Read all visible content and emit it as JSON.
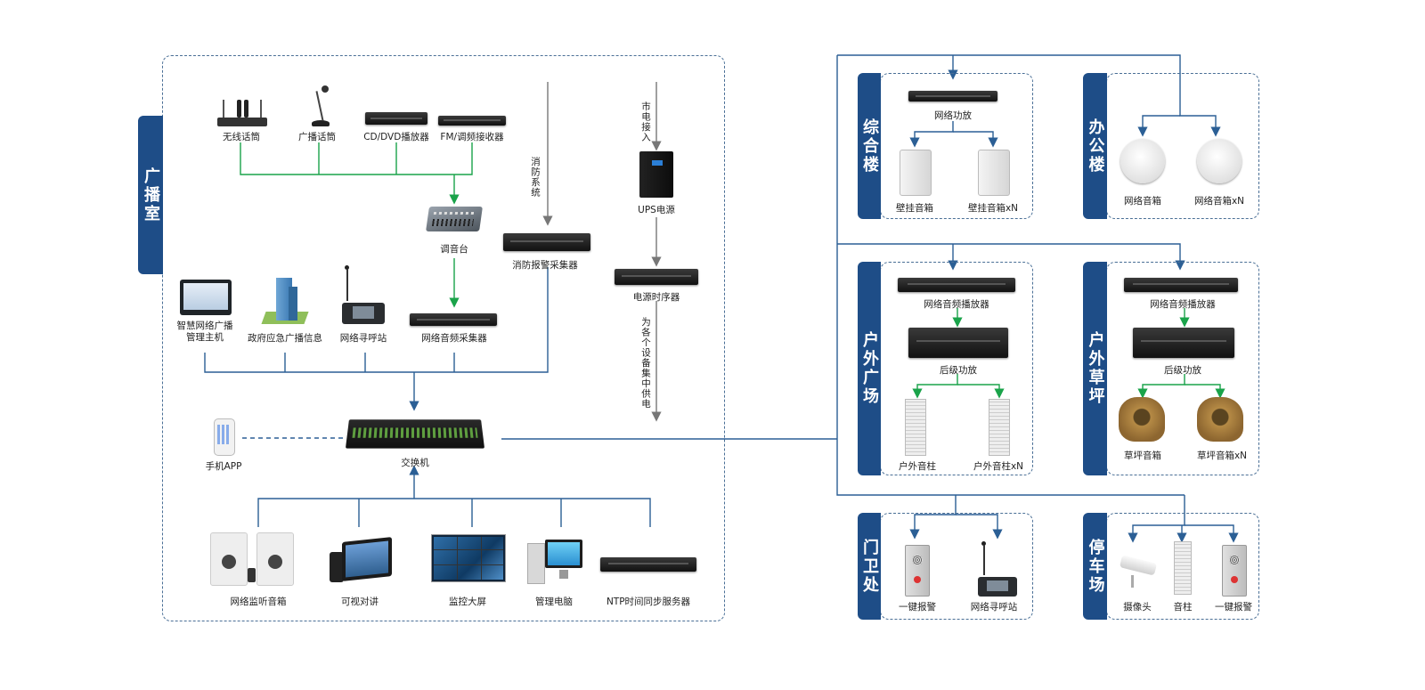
{
  "tabs": {
    "broadcast_room": "广播室",
    "complex_building": "综合楼",
    "office_building": "办公楼",
    "outdoor_square": "户外广场",
    "outdoor_lawn": "户外草坪",
    "gatehouse": "门卫处",
    "parking": "停车场"
  },
  "broadcast_room": {
    "wireless_mic": "无线话筒",
    "broadcast_mic": "广播话筒",
    "cd_dvd_player": "CD/DVD播放器",
    "fm_receiver": "FM/调频接收器",
    "mixer": "调音台",
    "fire_system": "消防系统",
    "fire_alarm_collector": "消防报警采集器",
    "mains_input": "市电接入",
    "ups": "UPS电源",
    "power_sequencer": "电源时序器",
    "power_note": "为各个设备集中供电",
    "smart_host_line1": "智慧网络广播",
    "smart_host_line2": "管理主机",
    "gov_emergency": "政府应急广播信息",
    "paging_station": "网络寻呼站",
    "audio_collector": "网络音频采集器",
    "switch": "交换机",
    "mobile_app": "手机APP",
    "monitor_speaker": "网络监听音箱",
    "video_intercom": "可视对讲",
    "monitor_screen": "监控大屏",
    "admin_pc": "管理电脑",
    "ntp_server": "NTP时间同步服务器"
  },
  "complex_building": {
    "amp": "网络功放",
    "speaker": "壁挂音箱",
    "speaker_n": "壁挂音箱xN"
  },
  "office_building": {
    "speaker": "网络音箱",
    "speaker_n": "网络音箱xN"
  },
  "outdoor_square": {
    "player": "网络音频播放器",
    "amp": "后级功放",
    "column": "户外音柱",
    "column_n": "户外音柱xN"
  },
  "outdoor_lawn": {
    "player": "网络音频播放器",
    "amp": "后级功放",
    "speaker": "草坪音箱",
    "speaker_n": "草坪音箱xN"
  },
  "gatehouse": {
    "alarm": "一键报警",
    "paging": "网络寻呼站"
  },
  "parking": {
    "camera": "摄像头",
    "column": "音柱",
    "alarm": "一键报警"
  },
  "colors": {
    "tab_blue": "#1e4d87",
    "line_blue": "#2b5f95",
    "line_green": "#1aa34a",
    "line_gray": "#777777",
    "dash": "#4a6f96"
  }
}
